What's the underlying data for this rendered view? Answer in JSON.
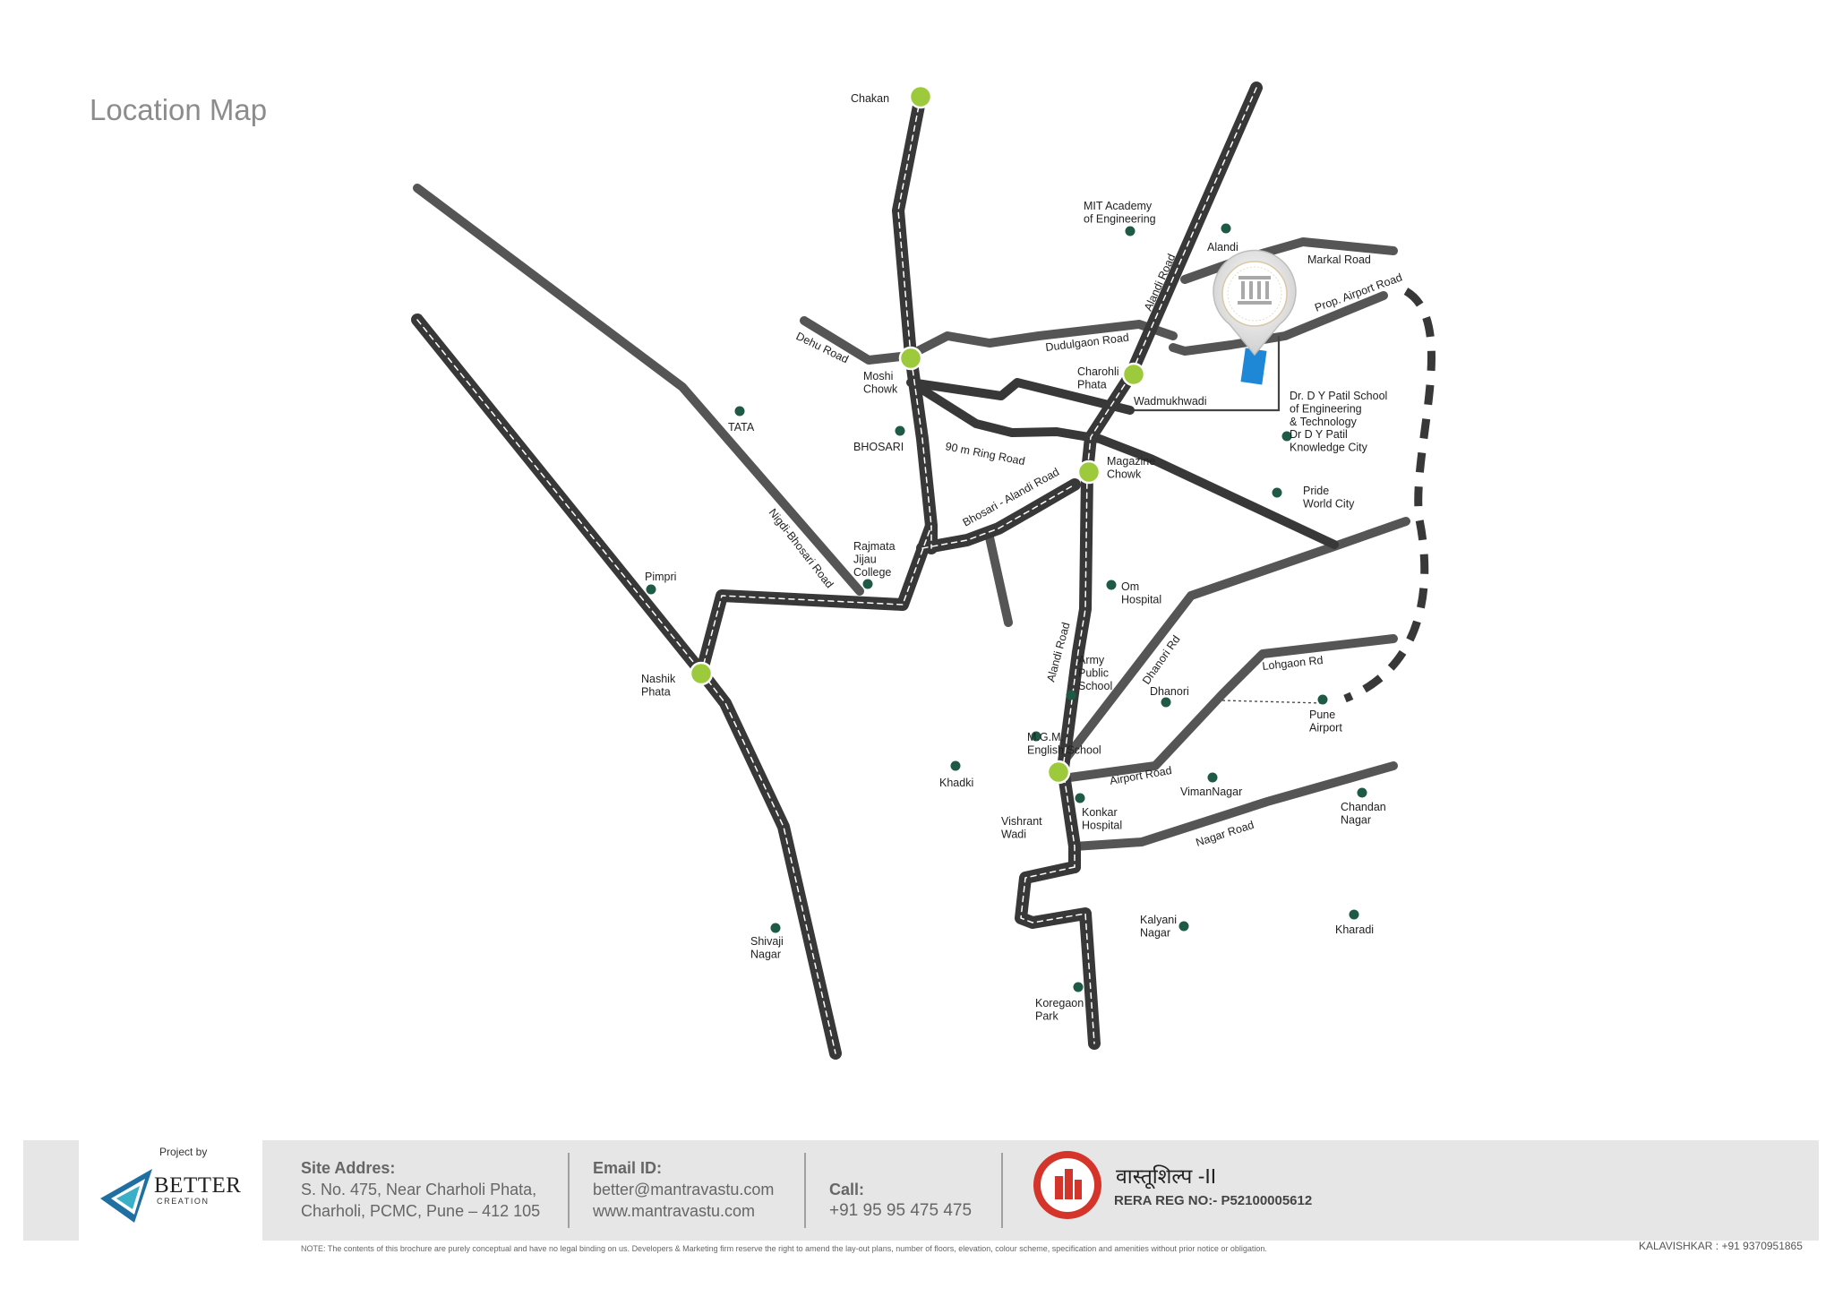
{
  "title": "Location Map",
  "places": [
    {
      "id": "chakan",
      "label": "Chakan"
    },
    {
      "id": "moshi-chowk",
      "label": "Moshi\nChowk"
    },
    {
      "id": "charholi-phata",
      "label": "Charohli\nPhata"
    },
    {
      "id": "magazine-chowk",
      "label": "Magazine\nChowk"
    },
    {
      "id": "nashik-phata",
      "label": "Nashik\nPhata"
    },
    {
      "id": "mit-academy",
      "label": "MIT Academy\nof Engineering"
    },
    {
      "id": "alandi",
      "label": "Alandi"
    },
    {
      "id": "tata",
      "label": "TATA"
    },
    {
      "id": "bhosari",
      "label": "BHOSARI"
    },
    {
      "id": "dy-patil",
      "label": "Dr. D Y Patil School\nof Engineering\n& Technology\nDr D Y Patil\nKnowledge City"
    },
    {
      "id": "pride-world-city",
      "label": "Pride\nWorld City"
    },
    {
      "id": "rajmata-jijau",
      "label": "Rajmata\nJijau\nCollege"
    },
    {
      "id": "om-hospital",
      "label": "Om\nHospital"
    },
    {
      "id": "pimpri",
      "label": "Pimpri"
    },
    {
      "id": "army-public-school",
      "label": "Army\nPublic\nSchool"
    },
    {
      "id": "dhanori",
      "label": "Dhanori"
    },
    {
      "id": "pune-airport",
      "label": "Pune\nAirport"
    },
    {
      "id": "mgm-school",
      "label": "M.G.M.\nEnglish School"
    },
    {
      "id": "khadki",
      "label": "Khadki"
    },
    {
      "id": "vimannagar",
      "label": "VimanNagar"
    },
    {
      "id": "chandan-nagar",
      "label": "Chandan\nNagar"
    },
    {
      "id": "vishrant-wadi",
      "label": "Vishrant\nWadi"
    },
    {
      "id": "konkar-hospital",
      "label": "Konkar\nHospital"
    },
    {
      "id": "shivaji-nagar",
      "label": "Shivaji\nNagar"
    },
    {
      "id": "kalyani-nagar",
      "label": "Kalyani\nNagar"
    },
    {
      "id": "kharadi",
      "label": "Kharadi"
    },
    {
      "id": "koregaon-park",
      "label": "Koregaon\nPark"
    },
    {
      "id": "wadmukhwadi",
      "label": "Wadmukhwadi"
    }
  ],
  "roads": [
    {
      "id": "dehu-road",
      "label": "Dehu Road"
    },
    {
      "id": "dudulgaon-road",
      "label": "Dudulgaon Road"
    },
    {
      "id": "alandi-road-north",
      "label": "Alandi Road"
    },
    {
      "id": "markal-road",
      "label": "Markal Road"
    },
    {
      "id": "airport-road-prop",
      "label": "Prop. Airport Road"
    },
    {
      "id": "ring-road",
      "label": "90 m Ring Road"
    },
    {
      "id": "bhosari-alandi-road",
      "label": "Bhosari - Alandi Road"
    },
    {
      "id": "nigdi-bhosari-road",
      "label": "Nigdi-Bhosari Road"
    },
    {
      "id": "alandi-road-south",
      "label": "Alandi Road"
    },
    {
      "id": "dhanori-rd",
      "label": "Dhanori Rd"
    },
    {
      "id": "lohgaon-rd",
      "label": "Lohgaon Rd"
    },
    {
      "id": "airport-road",
      "label": "Airport Road"
    },
    {
      "id": "nagar-road",
      "label": "Nagar Road"
    }
  ],
  "colors": {
    "junction": "#9dc93c",
    "poi": "#1e5a45",
    "road_dark": "#383838",
    "road_grey": "#555555",
    "project": "#1e88d6"
  },
  "footer": {
    "project_by": "Project by",
    "logo_name": "BETTER",
    "logo_sub": "CREATION",
    "site_head": "Site Addres:",
    "site_line1": "S. No. 475, Near Charholi Phata,",
    "site_line2": "Charholi, PCMC, Pune – 412 105",
    "email_head": "Email ID:",
    "email": "better@mantravastu.com",
    "web": "www.mantravastu.com",
    "call_head": "Call:",
    "phone": "+91 95 95 475 475",
    "brand": "वास्तूशिल्प -II",
    "rera": "RERA REG NO:- P52100005612",
    "note": "NOTE: The contents of this brochure are purely conceptual and have no legal binding on us. Developers & Marketing firm reserve the right to amend the lay-out plans, number of floors, elevation, colour scheme, specification and amenities without prior notice or obligation.",
    "credit": "KALAVISHKAR : +91 9370951865"
  }
}
